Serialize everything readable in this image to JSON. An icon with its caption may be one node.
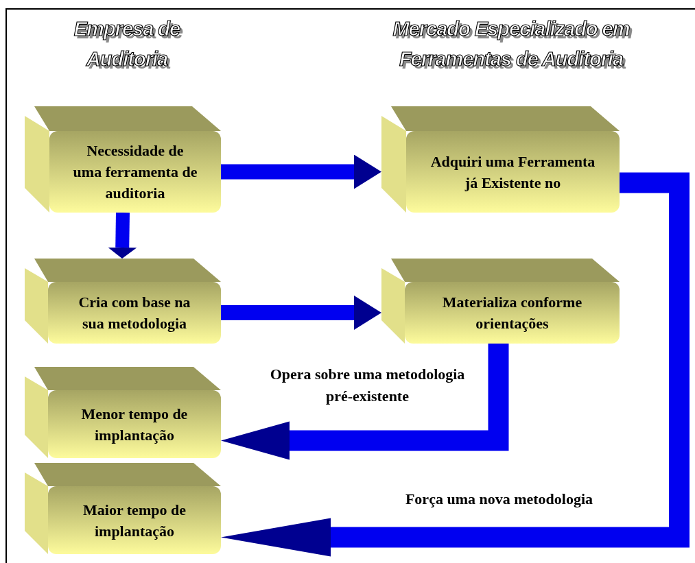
{
  "diagram": {
    "nodes": [
      {
        "text": [
          "Necessidade de uma ferramenta de auditoria"
        ]
      },
      {
        "text": [
          "Adquiri uma Ferramenta já Existente no"
        ]
      },
      {
        "text": [
          "Cria com base na sua metodologia"
        ]
      },
      {
        "text": [
          "Materializa conforme orientações"
        ]
      },
      {
        "text": [
          "Menor tempo de implantação"
        ]
      },
      {
        "text": [
          "Maior tempo de implantação"
        ]
      }
    ],
    "edges": [
      {
        "from": 0,
        "to": 1,
        "arrow": "to"
      },
      {
        "from": 0,
        "to": 2,
        "arrow": "to"
      },
      {
        "from": 2,
        "to": 3,
        "arrow": "to"
      },
      {
        "from": 3,
        "to": 4,
        "arrow": "to",
        "label": "Opera sobre uma metodologia pré-existente"
      },
      {
        "from": 1,
        "to": 5,
        "arrow": "to",
        "label": "Força uma nova metodologia"
      }
    ],
    "labels": [
      "Empresa de Auditoria",
      "Mercado Especializado em Ferramentas de Auditoria"
    ]
  }
}
